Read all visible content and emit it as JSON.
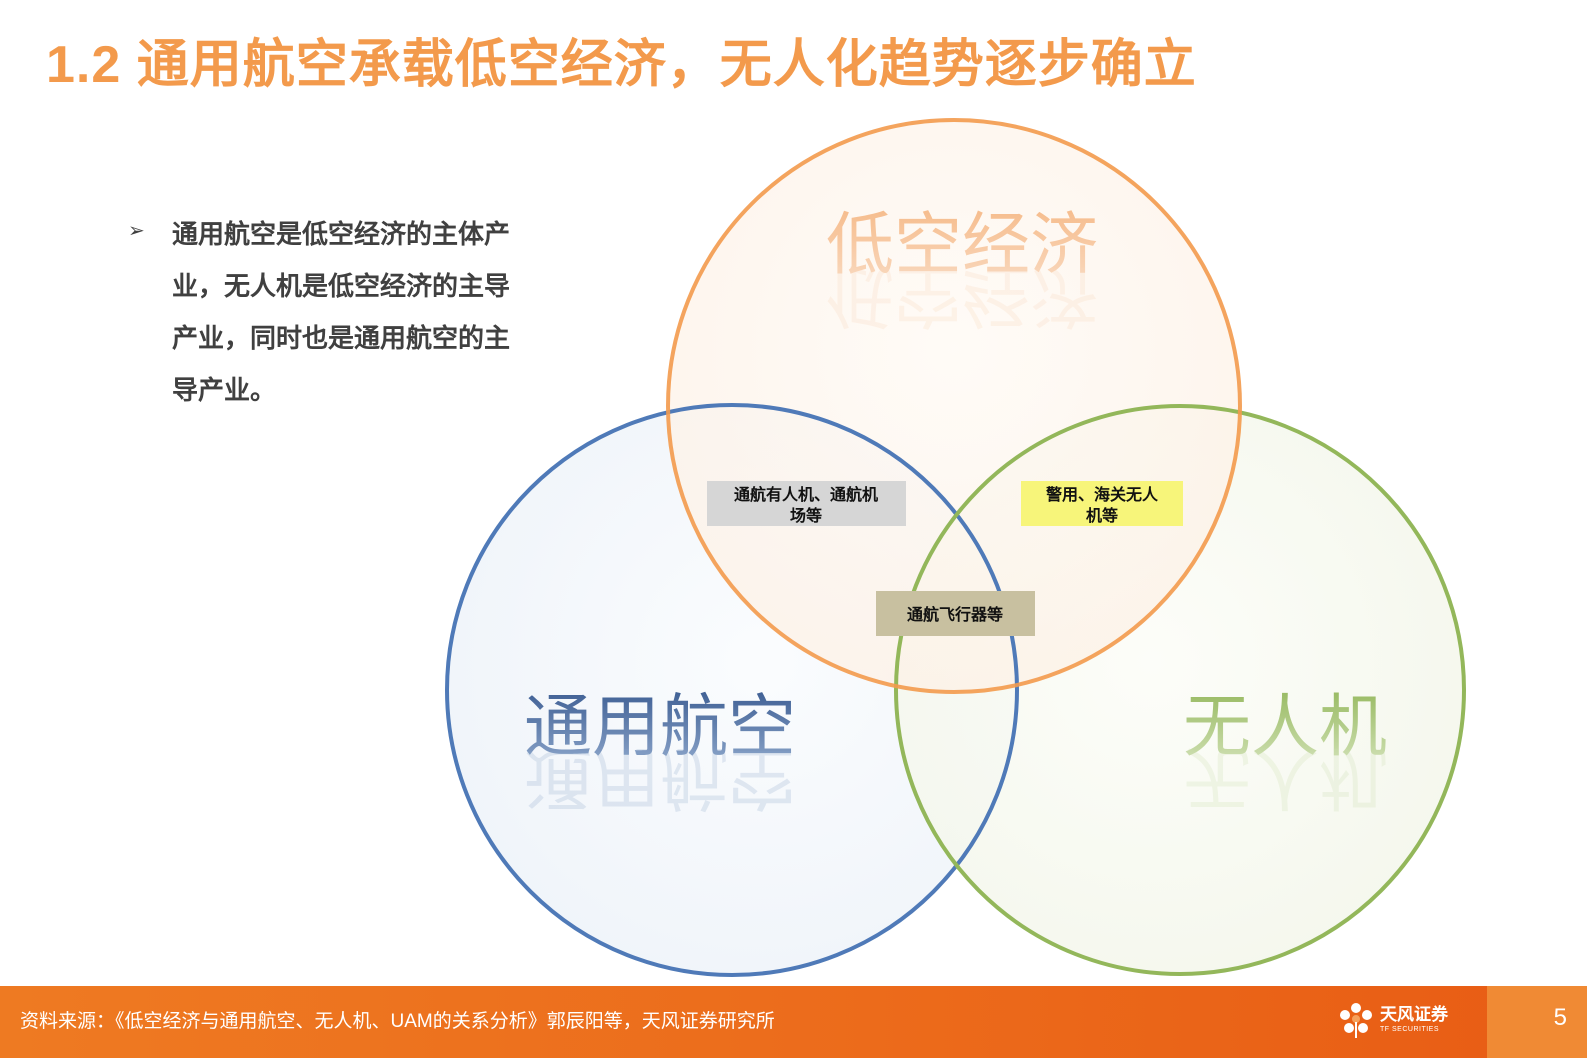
{
  "title": "1.2 通用航空承载低空经济，无人化趋势逐步确立",
  "bullet": {
    "marker": "➢",
    "text": "通用航空是低空经济的主体产业，无人机是低空经济的主导产业，同时也是通用航空的主导产业。"
  },
  "venn": {
    "top": {
      "label": "低空经济",
      "color": "#f39a4c"
    },
    "left": {
      "label": "通用航空",
      "color": "#4f7ab8"
    },
    "right": {
      "label": "无人机",
      "color": "#93b75a"
    },
    "overlap_top_left": {
      "label": "通航有人机、通航机场等",
      "bg": "#d6d6d6"
    },
    "overlap_top_right": {
      "label": "警用、海关无人机等",
      "bg": "#f7f57a"
    },
    "overlap_center": {
      "label": "通航飞行器等",
      "bg": "#c8c0a0"
    }
  },
  "footer": {
    "source": "资料来源：《低空经济与通用航空、无人机、UAM的关系分析》郭辰阳等，天风证券研究所",
    "logo_cn": "天风证券",
    "logo_en": "TF SECURITIES",
    "page_number": "5"
  }
}
